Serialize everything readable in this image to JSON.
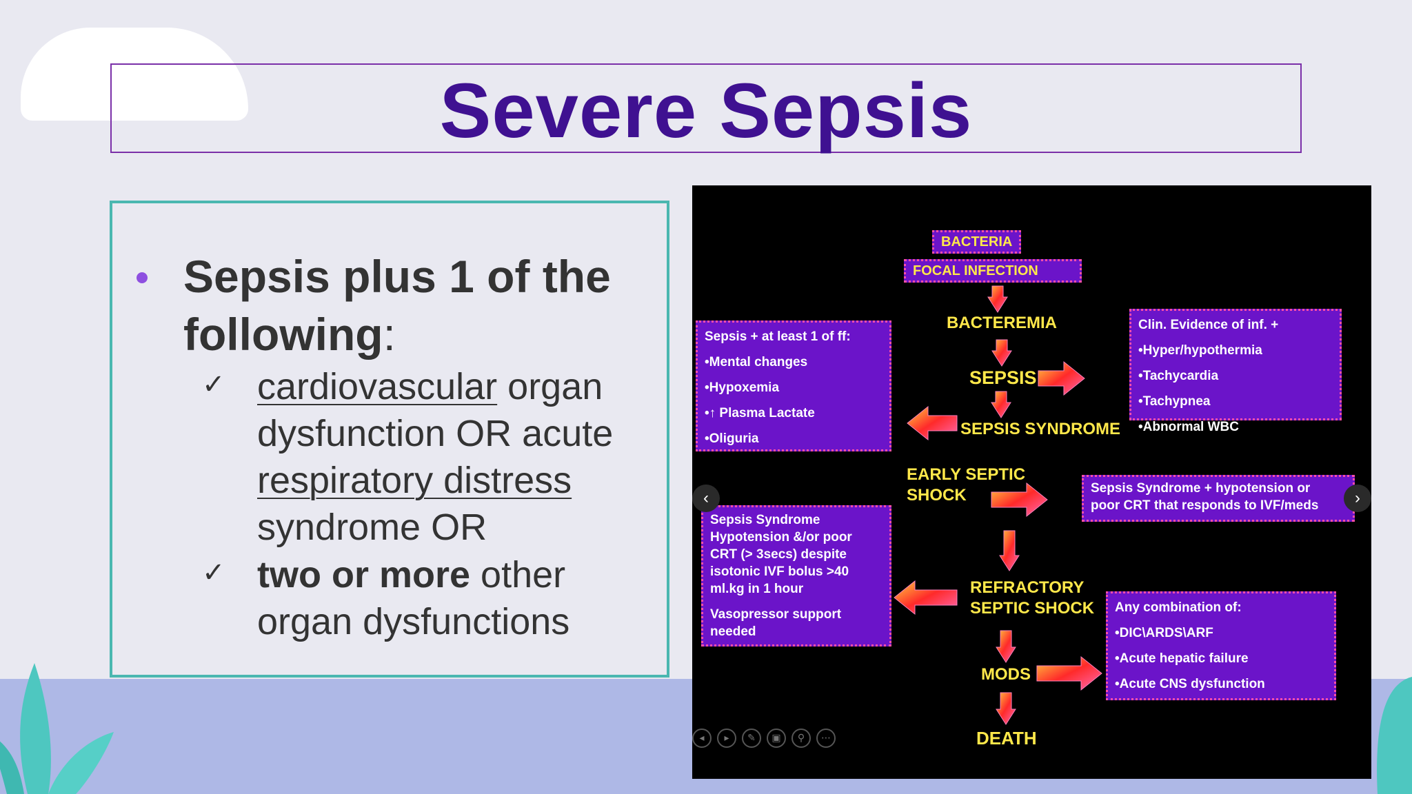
{
  "slide": {
    "title": "Severe Sepsis",
    "main_bullet": {
      "bold_text": "Sepsis plus 1 of the following",
      "suffix": ":"
    },
    "checks": [
      {
        "mark": "✓",
        "parts": [
          {
            "text": "cardiovascular",
            "style": "underline"
          },
          {
            "text": " organ dysfunction OR acute ",
            "style": "normal"
          },
          {
            "text": "respiratory distress",
            "style": "underline"
          },
          {
            "text": " syndrome OR",
            "style": "normal"
          }
        ]
      },
      {
        "mark": "✓",
        "parts": [
          {
            "text": "two or more",
            "style": "bold"
          },
          {
            "text": " other organ dysfunctions",
            "style": "normal"
          }
        ]
      }
    ]
  },
  "diagram": {
    "bacteria": "BACTERIA",
    "focal_infection": "FOCAL INFECTION",
    "bacteremia": "BACTEREMIA",
    "sepsis": "SEPSIS",
    "sepsis_syndrome": "SEPSIS SYNDROME",
    "early_septic_shock": [
      "EARLY SEPTIC",
      "SHOCK"
    ],
    "refractory_septic_shock": [
      "REFRACTORY",
      "SEPTIC SHOCK"
    ],
    "mods": "MODS",
    "death": "DEATH",
    "box_sepsis_syndrome": [
      "Sepsis + at least 1 of ff:",
      "•Mental changes",
      "•Hypoxemia",
      "•↑ Plasma Lactate",
      "•Oliguria"
    ],
    "box_sepsis": [
      "Clin. Evidence of inf. +",
      "•Hyper/hypothermia",
      "•Tachycardia",
      "•Tachypnea",
      "•Abnormal WBC"
    ],
    "box_early_shock": [
      "Sepsis Syndrome + hypotension or",
      "poor CRT that responds to IVF/meds"
    ],
    "box_refractory": [
      "Sepsis Syndrome",
      "Hypotension &/or poor",
      "CRT (> 3secs)  despite",
      "isotonic IVF bolus  >40",
      "ml.kg in 1 hour",
      "",
      "Vasopressor support",
      "needed"
    ],
    "box_mods": [
      "Any combination of:",
      "•DIC\\ARDS\\ARF",
      "•Acute hepatic failure",
      "•Acute CNS dysfunction"
    ],
    "nav_prev": "‹",
    "nav_next": "›",
    "colors": {
      "box_fill": "#6b14c9",
      "box_border": "#ff4fa8",
      "label": "#ffe84a"
    }
  }
}
